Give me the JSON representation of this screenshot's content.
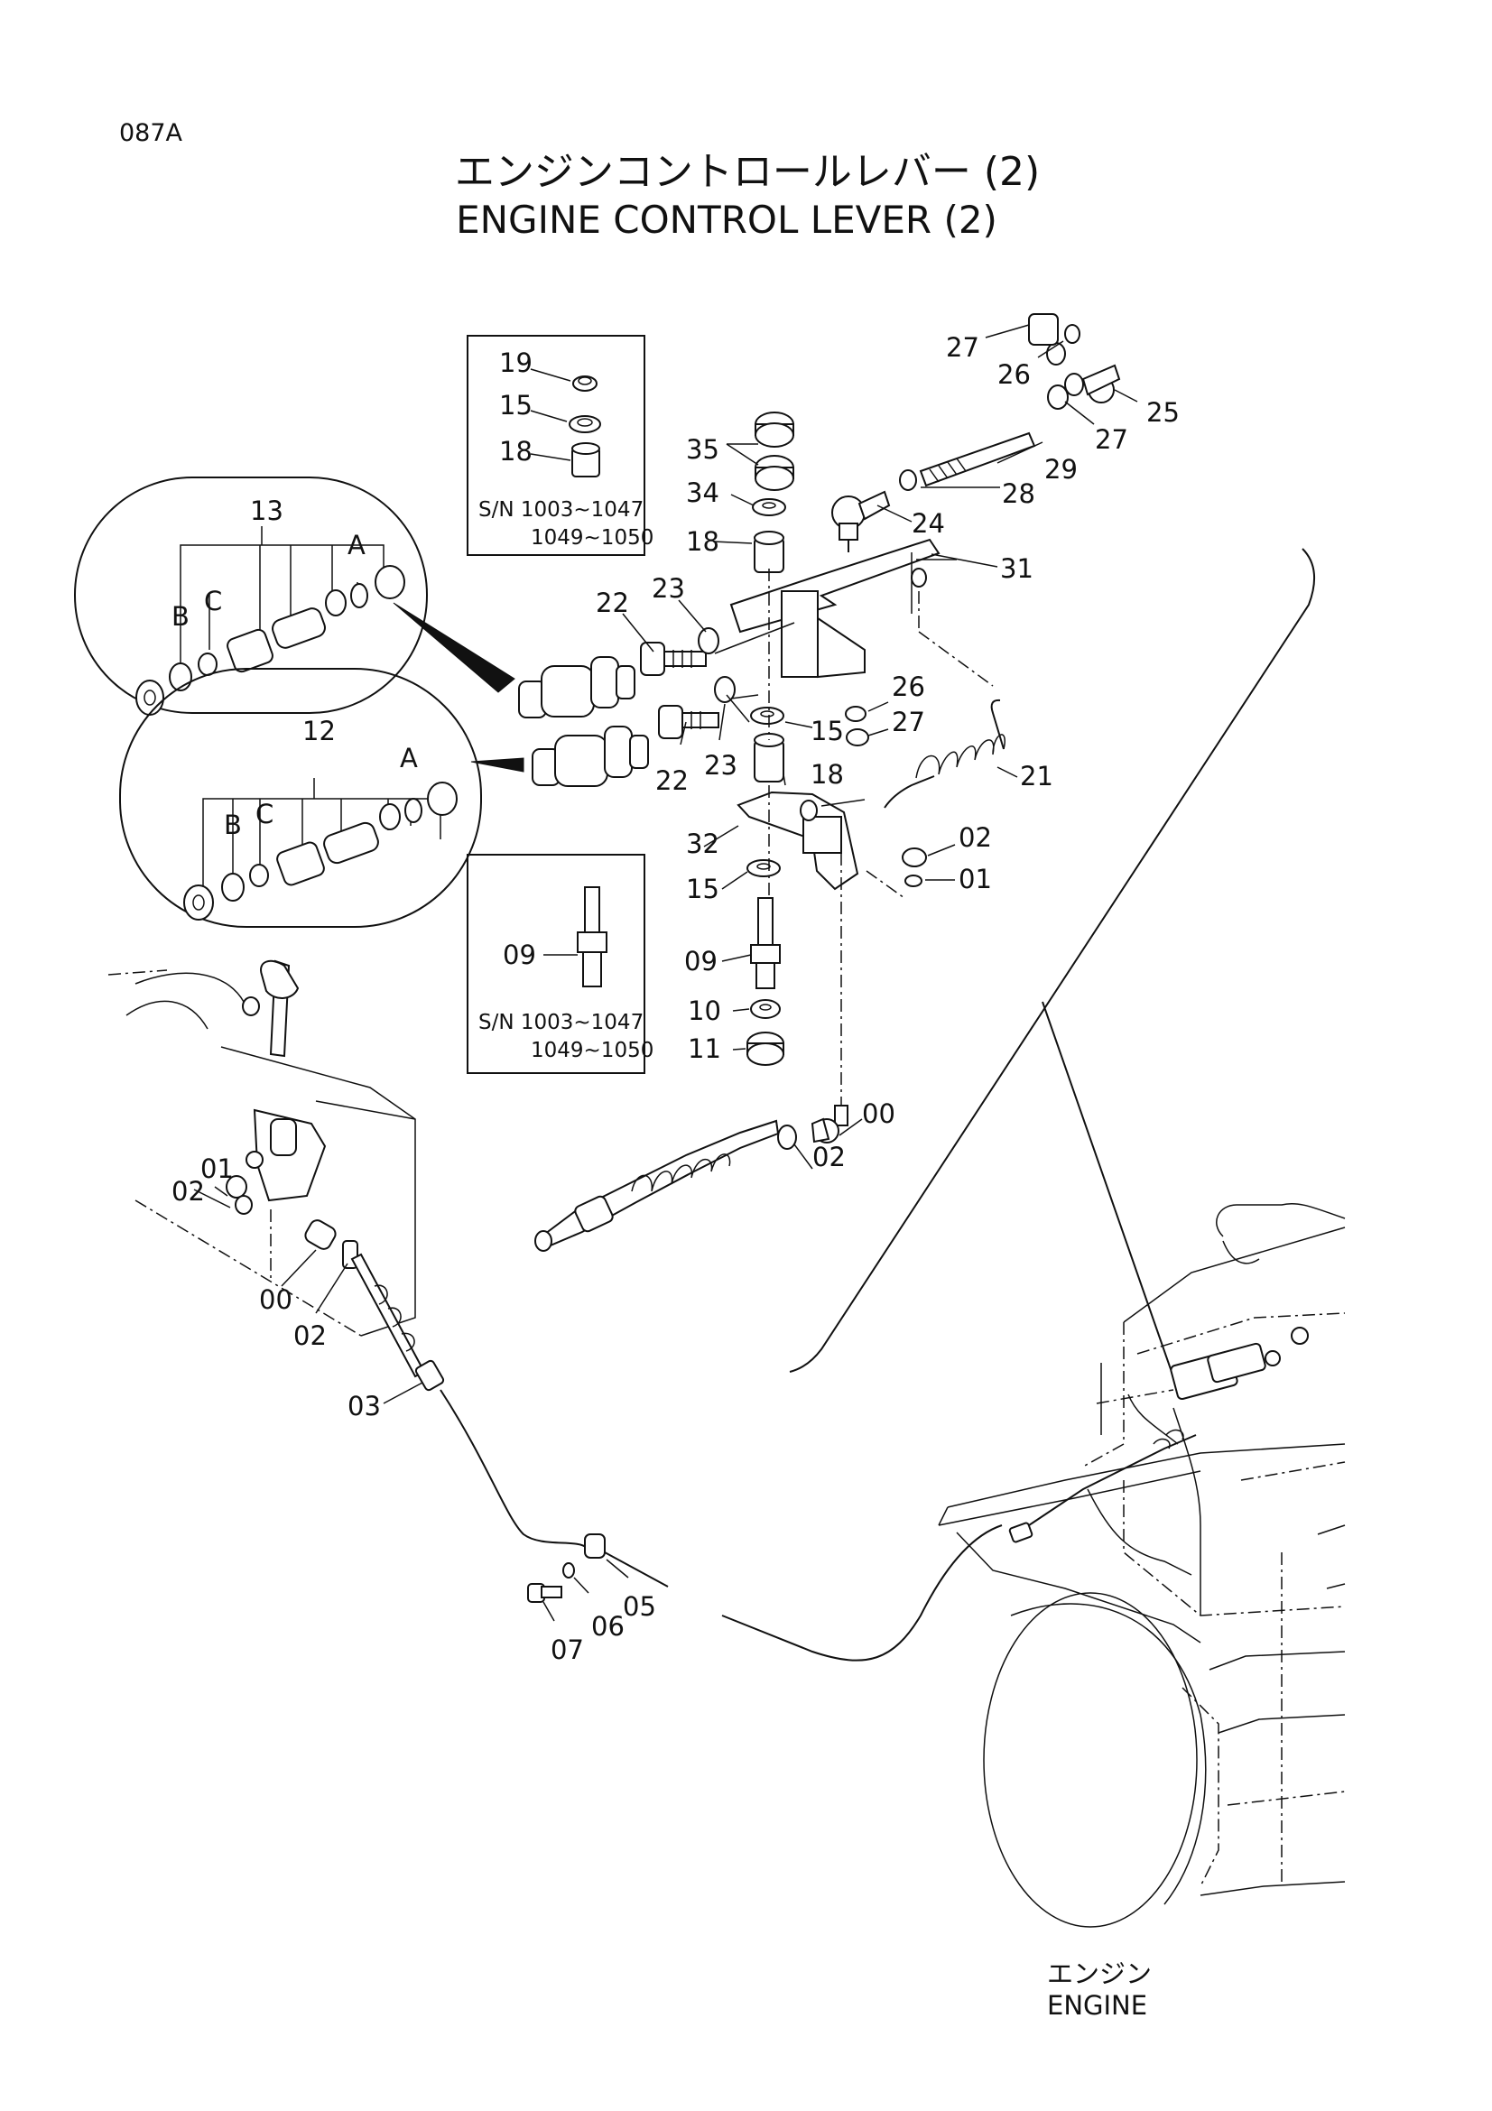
{
  "header": {
    "page_code": "087A",
    "title_jp": "エンジンコントロールレバー (2)",
    "title_en": "ENGINE CONTROL LEVER (2)"
  },
  "insets": [
    {
      "id": "top",
      "items": [
        "19",
        "15",
        "18"
      ],
      "sn_line1": "S/N 1003~1047",
      "sn_line2": "1049~1050"
    },
    {
      "id": "bottom",
      "items": [
        "09"
      ],
      "sn_line1": "S/N 1003~1047",
      "sn_line2": "1049~1050"
    }
  ],
  "exploded": [
    {
      "id": "13",
      "label": "13",
      "sub": [
        "B",
        "C",
        "A"
      ]
    },
    {
      "id": "12",
      "label": "12",
      "sub": [
        "B",
        "C",
        "A"
      ]
    }
  ],
  "callouts": [
    "27",
    "26",
    "25",
    "27",
    "29",
    "28",
    "24",
    "35",
    "34",
    "18",
    "31",
    "23",
    "22",
    "26",
    "27",
    "15",
    "23",
    "22",
    "18",
    "21",
    "32",
    "02",
    "01",
    "15",
    "09",
    "10",
    "11",
    "00",
    "02",
    "01",
    "02",
    "00",
    "02",
    "03",
    "05",
    "06",
    "07"
  ],
  "engine_label": {
    "jp": "エンジン",
    "en": "ENGINE"
  }
}
